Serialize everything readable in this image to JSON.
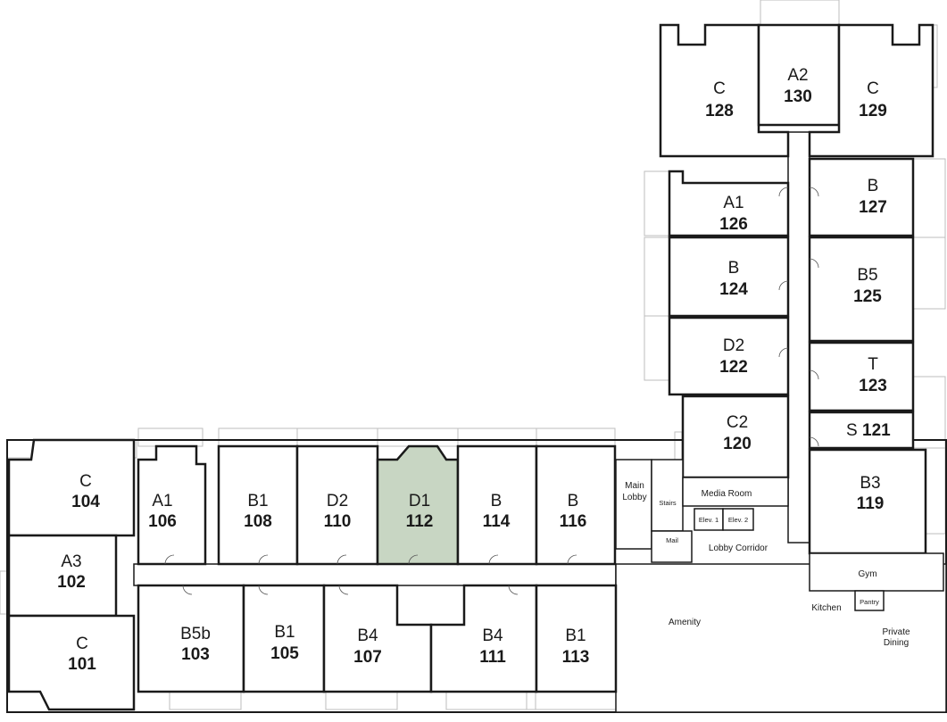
{
  "colors": {
    "highlight": "#c8d6c3",
    "wall": "#1a1a1a",
    "balcony": "#bdbdbd"
  },
  "units": [
    {
      "id": "u104",
      "type": "C",
      "number": "104"
    },
    {
      "id": "u102",
      "type": "A3",
      "number": "102"
    },
    {
      "id": "u101",
      "type": "C",
      "number": "101"
    },
    {
      "id": "u106",
      "type": "A1",
      "number": "106"
    },
    {
      "id": "u108",
      "type": "B1",
      "number": "108"
    },
    {
      "id": "u110",
      "type": "D2",
      "number": "110"
    },
    {
      "id": "u112",
      "type": "D1",
      "number": "112",
      "highlighted": true
    },
    {
      "id": "u114",
      "type": "B",
      "number": "114"
    },
    {
      "id": "u116",
      "type": "B",
      "number": "116"
    },
    {
      "id": "u103",
      "type": "B5b",
      "number": "103"
    },
    {
      "id": "u105",
      "type": "B1",
      "number": "105"
    },
    {
      "id": "u107",
      "type": "B4",
      "number": "107"
    },
    {
      "id": "u111",
      "type": "B4",
      "number": "111"
    },
    {
      "id": "u113",
      "type": "B1",
      "number": "113"
    },
    {
      "id": "u128",
      "type": "C",
      "number": "128"
    },
    {
      "id": "u130",
      "type": "A2",
      "number": "130"
    },
    {
      "id": "u129",
      "type": "C",
      "number": "129"
    },
    {
      "id": "u126",
      "type": "A1",
      "number": "126"
    },
    {
      "id": "u127",
      "type": "B",
      "number": "127"
    },
    {
      "id": "u124",
      "type": "B",
      "number": "124"
    },
    {
      "id": "u125",
      "type": "B5",
      "number": "125"
    },
    {
      "id": "u122",
      "type": "D2",
      "number": "122"
    },
    {
      "id": "u123",
      "type": "T",
      "number": "123"
    },
    {
      "id": "u120",
      "type": "C2",
      "number": "120"
    },
    {
      "id": "u121",
      "type": "S",
      "number": "121"
    },
    {
      "id": "u119",
      "type": "B3",
      "number": "119"
    }
  ],
  "rooms": {
    "main_lobby_1": "Main",
    "main_lobby_2": "Lobby",
    "stairs": "Stairs",
    "mail": "Mail",
    "media_room": "Media Room",
    "elev1": "Elev. 1",
    "elev2": "Elev. 2",
    "lobby_corridor": "Lobby Corridor",
    "amenity": "Amenity",
    "gym": "Gym",
    "kitchen": "Kitchen",
    "pantry": "Pantry",
    "private_dining_1": "Private",
    "private_dining_2": "Dining"
  }
}
